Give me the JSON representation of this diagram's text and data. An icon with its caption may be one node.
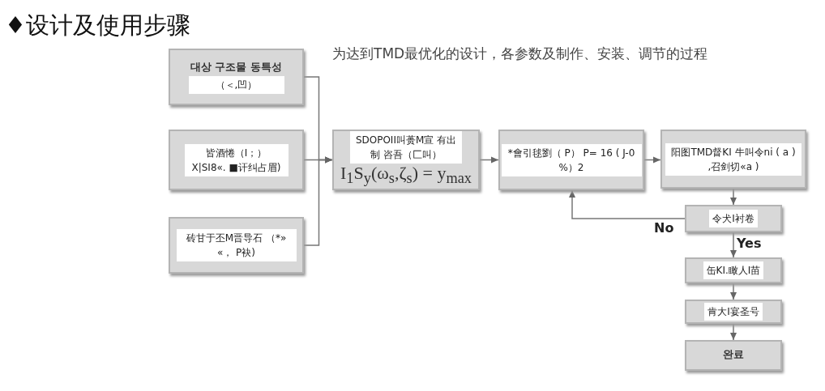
{
  "diagram": {
    "title": "♦设计及使用步骤",
    "nodes": [
      {
        "text": [
          "대상 구조물 동특성",
          "（＜,凹）"
        ]
      },
      {
        "text": [
          "皆酒惓（I；） X|SI8«. ■讦纠占眉)"
        ]
      },
      {
        "text": [
          "砖甘于丕M晋导石 （*» «， P袂)"
        ]
      },
      {
        "text": [
          "SDOPOII叫蒉M宣 有出制 咨吾（匚叫）",
          "I$_{1}$S$_{y}$(ω$_{s}$,ζ$_{s}$) = y$_{max}$"
        ]
      },
      {
        "text": [
          "*會引毬劉（ P） P= 16 ( J-0 %）2"
        ]
      },
      {
        "text": [
          "阳图TMD督KI 牛叫令ni ( a ) ,召剑切«a )"
        ]
      },
      {
        "text": [
          "令犬I衬卷"
        ]
      },
      {
        "text": [
          "缶KI.瞰人I苗"
        ]
      },
      {
        "text": [
          "肯大I宴圣号"
        ]
      },
      {
        "text": [
          "완료"
        ]
      }
    ],
    "edges": [
      {
        "from": 0,
        "to": 3,
        "arrow": "to"
      },
      {
        "from": 1,
        "to": 3,
        "arrow": "to"
      },
      {
        "from": 2,
        "to": 3,
        "arrow": "to"
      },
      {
        "from": 3,
        "to": 4,
        "arrow": "to"
      },
      {
        "from": 4,
        "to": 5,
        "arrow": "to"
      },
      {
        "from": 5,
        "to": 6,
        "arrow": "to"
      },
      {
        "from": 6,
        "to": 4,
        "arrow": "to",
        "label": "No"
      },
      {
        "from": 6,
        "to": 7,
        "arrow": "to",
        "label": "Yes"
      },
      {
        "from": 7,
        "to": 8,
        "arrow": "to"
      },
      {
        "from": 8,
        "to": 9,
        "arrow": "to"
      }
    ],
    "labels": [
      "为达到TMD最优化的设计，各参数及制作、安装、调节的过程"
    ]
  }
}
